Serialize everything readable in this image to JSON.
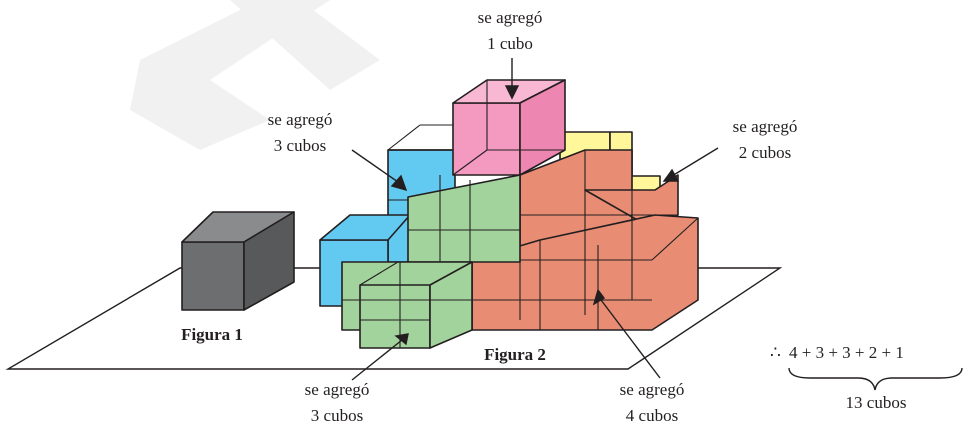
{
  "figure1": {
    "label": "Figura 1"
  },
  "figure2": {
    "label": "Figura 2"
  },
  "annotations": {
    "top": {
      "line1": "se agregó",
      "line2": "1 cubo"
    },
    "left": {
      "line1": "se agregó",
      "line2": "3 cubos"
    },
    "right": {
      "line1": "se agregó",
      "line2": "2 cubos"
    },
    "bottom_left": {
      "line1": "se agregó",
      "line2": "3 cubos"
    },
    "bottom_right": {
      "line1": "se agregó",
      "line2": "4 cubos"
    }
  },
  "conclusion": {
    "symbol": "∴",
    "sum": "4 + 3 + 3 + 2 + 1",
    "total": "13 cubos"
  },
  "colors": {
    "gray_cube": "#6d6e70",
    "blue": "#62c9f1",
    "green": "#a3d39c",
    "salmon": "#e88c73",
    "yellow": "#fff799",
    "pink": "#f49ac1",
    "watermark": "#f2f2f2"
  }
}
